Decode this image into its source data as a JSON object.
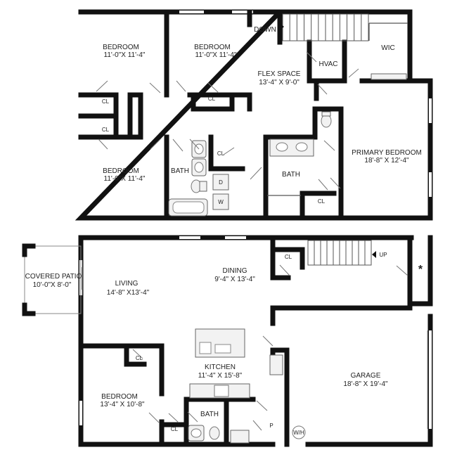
{
  "upper_floor": {
    "bedroom_1": {
      "name": "BEDROOM",
      "size": "11'-0\"X 11'-4\""
    },
    "bedroom_2": {
      "name": "BEDROOM",
      "size": "11'-0\"X 11'-4\""
    },
    "bedroom_3": {
      "name": "BEDROOM",
      "size": "11'-0\"X 11'-4\""
    },
    "flex_space": {
      "name": "FLEX SPACE",
      "size": "13'-4\" X 9'-0\""
    },
    "primary_bedroom": {
      "name": "PRIMARY BEDROOM",
      "size": "18'-8\" X 12'-4\""
    },
    "wic": "WIC",
    "hvac": "HVAC",
    "down": "DOWN",
    "bath_hall": "BATH",
    "bath_primary": "BATH",
    "closet_labels": [
      "CL",
      "CL",
      "CL",
      "CL",
      "CL"
    ],
    "dryer": "D",
    "washer": "W"
  },
  "lower_floor": {
    "covered_patio": {
      "name": "COVERED PATIO",
      "size": "10'-0\"X 8'-0\""
    },
    "living": {
      "name": "LIVING",
      "size": "14'-8\" X13'-4\""
    },
    "dining": {
      "name": "DINING",
      "size": "9'-4\" X 13'-4\""
    },
    "kitchen": {
      "name": "KITCHEN",
      "size": "11'-4\" X 15'-8\""
    },
    "bedroom": {
      "name": "BEDROOM",
      "size": "13'-4\" X 10'-8\""
    },
    "garage": {
      "name": "GARAGE",
      "size": "18'-8\" X 19'-4\""
    },
    "bath": "BATH",
    "closet_labels": [
      "CL",
      "CL",
      "CL"
    ],
    "up": "UP",
    "pantry": "P",
    "water_heater": "W/H",
    "asterisk": "*"
  }
}
